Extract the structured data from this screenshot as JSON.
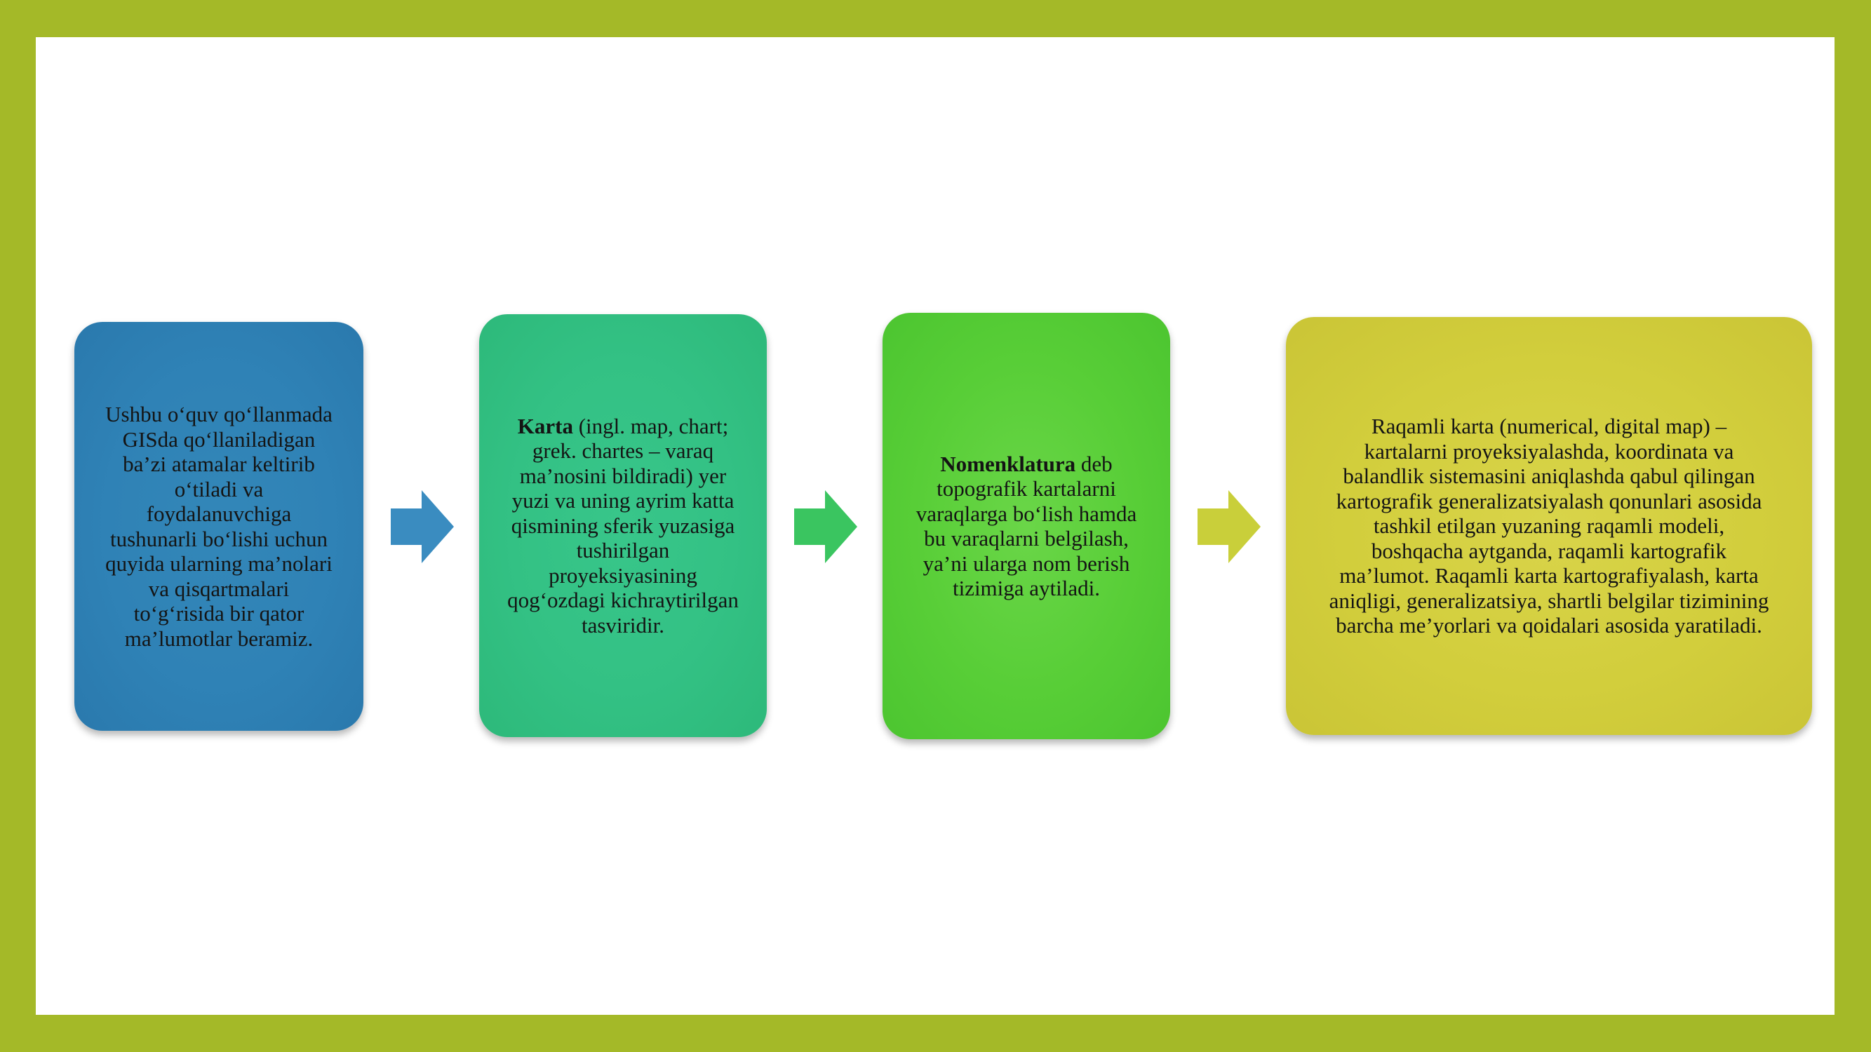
{
  "flow": {
    "step1": {
      "text": "Ushbu o‘quv qo‘llanmada\nGISda qo‘llaniladigan\nba’zi atamalar keltirib\no‘tiladi va\nfoydalanuvchiga\ntushunarli bo‘lishi uchun\nquyida ularning ma’nolari\nva qisqartmalari\nto‘g‘risida bir qator\nma’lumotlar beramiz."
    },
    "step2": {
      "term": "Karta",
      "text": " (ingl. map, chart;\ngrek. chartes – varaq\nma’nosini bildiradi) yer\nyuzi va uning ayrim katta\nqismining sferik yuzasiga\ntushirilgan\nproyeksiyasining\nqog‘ozdagi kichraytirilgan\ntasviridir."
    },
    "step3": {
      "term": "Nomenklatura",
      "text": " deb\ntopografik kartalarni\nvaraqlarga bo‘lish hamda\nbu varaqlarni belgilash,\nya’ni ularga nom berish\ntizimiga aytiladi."
    },
    "step4": {
      "text": "Raqamli karta (numerical, digital map) –\nkartalarni proyeksiyalashda, koordinata va\nbalandlik sistemasini aniqlashda qabul qilingan\nkartografik generalizatsiyalash qonunlari asosida\ntashkil etilgan yuzaning raqamli modeli,\nboshqacha aytganda, raqamli kartografik\nma’lumot. Raqamli karta kartografiyalash, karta\naniqligi, generalizatsiya, shartli belgilar tizimining\nbarcha me’yorlari va qoidalari asosida yaratiladi."
    }
  },
  "colors": {
    "frame": "#a4b928",
    "step1": "#2f82b6",
    "step2": "#33c184",
    "step3": "#58ce37",
    "step4": "#d2ce3c",
    "arrow1": "#3a8cc0",
    "arrow2": "#3ac560",
    "arrow3": "#c9cf3a"
  }
}
